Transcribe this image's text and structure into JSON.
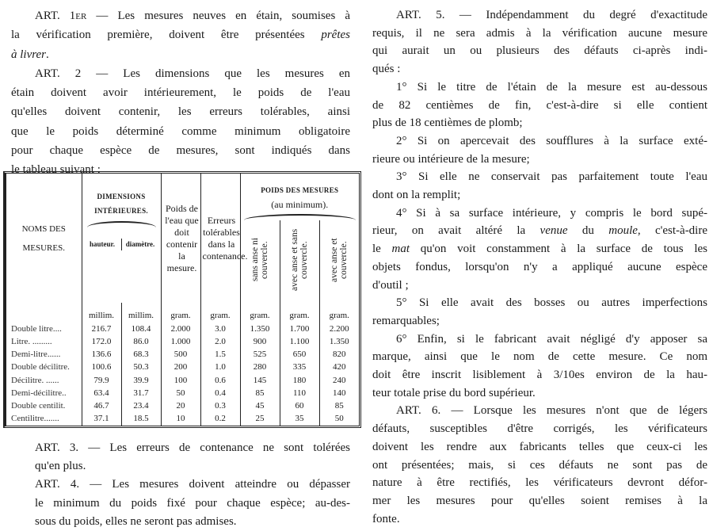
{
  "left_top": [
    {
      "lines": [
        "*ART. 1er* — Les mesures neuves en étain, soumises à",
        "la vérification première, doivent être présentées _prêtes_",
        "_à livrer_."
      ],
      "indent_first": true
    },
    {
      "lines": [
        "*ART. 2* — Les dimensions que les mesures en",
        "étain doivent avoir intérieurement, le poids de l'eau",
        "qu'elles doivent contenir, les erreurs tolérables, ainsi",
        "que le poids déterminé comme minimum obligatoire",
        "pour chaque espèce de mesures, sont indiqués dans",
        "le tableau suivant :"
      ],
      "indent_first": true
    }
  ],
  "left_bottom": [
    {
      "lines": [
        "*ART. 3.* — Les erreurs de contenance ne sont tolérées",
        "qu'en plus."
      ],
      "indent_first": false
    },
    {
      "lines": [
        "*ART. 4.* — Les mesures doivent atteindre ou dépasser",
        "le minimum du poids fixé pour chaque espèce; au-des-",
        "sous du poids, elles ne seront pas admises."
      ],
      "indent_first": false
    }
  ],
  "right": [
    {
      "lines": [
        "*ART. 5.* — Indépendamment du degré d'exactitude",
        "requis, il ne sera admis à la vérification aucune mesure",
        "qui aurait un ou plusieurs des défauts ci-après indi-",
        "qués :"
      ],
      "indent_first": true
    },
    {
      "lines": [
        "1° Si le titre de l'étain de la mesure est au-dessous",
        "de 82 centièmes de fin, c'est-à-dire si elle contient",
        "plus de 18 centièmes de plomb;"
      ],
      "indent_first": true
    },
    {
      "lines": [
        "2° Si on apercevait des soufflures à la surface exté-",
        "rieure ou intérieure de la mesure;"
      ],
      "indent_first": true
    },
    {
      "lines": [
        "3° Si elle ne conservait pas parfaitement toute l'eau",
        "dont on la remplit;"
      ],
      "indent_first": true
    },
    {
      "lines": [
        "4° Si à sa surface intérieure, y compris le bord supé-",
        "rieur, on avait altéré la _venue_ du _moule_, c'est-à-dire",
        "le _mat_ qu'on voit constamment à la surface de tous les",
        "objets fondus, lorsqu'on n'y a appliqué aucune espèce",
        "d'outil ;"
      ],
      "indent_first": true
    },
    {
      "lines": [
        "5° Si elle avait des bosses ou autres imperfections",
        "remarquables;"
      ],
      "indent_first": true
    },
    {
      "lines": [
        "6° Enfin, si le fabricant avait négligé d'y apposer sa",
        "marque, ainsi que le nom de cette mesure. Ce nom",
        "doit être inscrit lisiblement à 3/10es environ de la hau-",
        "teur totale prise du bord supérieur."
      ],
      "indent_first": true
    },
    {
      "lines": [
        "*ART. 6.* — Lorsque les mesures n'ont que de légers",
        "défauts, susceptibles d'être corrigés, les vérificateurs",
        "doivent les rendre aux fabricants telles que ceux-ci les",
        "ont présentées; mais, si ces défauts ne sont pas de",
        "nature à être rectifiés, les vérificateurs devront défor-",
        "mer les mesures pour qu'elles soient remises à la",
        "fonte."
      ],
      "indent_first": true
    }
  ],
  "table": {
    "headers": {
      "names": "NOMS DES MESURES.",
      "dimensions": "DIMENSIONS INTÉRIEURES.",
      "hauteur": "hauteur.",
      "diametre": "diamètre.",
      "poids_eau": "Poids de l'eau que doit contenir la mesure.",
      "erreurs": "Erreurs tolérables dans la contenance.",
      "poids_mesures": "POIDS DES MESURES",
      "au_minimum": "(au minimum).",
      "sans_anse": "sans anse ni couvercle.",
      "avec_anse_sans": "avec anse et sans couvercle.",
      "avec_anse_et": "avec anse et couvercle."
    },
    "units": [
      "millim.",
      "millim.",
      "gram.",
      "gram.",
      "gram.",
      "gram.",
      "gram."
    ],
    "rows": [
      [
        "Double litre....",
        "216.7",
        "108.4",
        "2.000",
        "3.0",
        "1.350",
        "1.700",
        "2.200"
      ],
      [
        "Litre. .........",
        "172.0",
        "86.0",
        "1.000",
        "2.0",
        "900",
        "1.100",
        "1.350"
      ],
      [
        "Demi-litre......",
        "136.6",
        "68.3",
        "500",
        "1.5",
        "525",
        "650",
        "820"
      ],
      [
        "Double décilitre.",
        "100.6",
        "50.3",
        "200",
        "1.0",
        "280",
        "335",
        "420"
      ],
      [
        "Décilitre. ......",
        "79.9",
        "39.9",
        "100",
        "0.6",
        "145",
        "180",
        "240"
      ],
      [
        "Demi-décilitre..",
        "63.4",
        "31.7",
        "50",
        "0.4",
        "85",
        "110",
        "140"
      ],
      [
        "Double centilit.",
        "46.7",
        "23.4",
        "20",
        "0.3",
        "45",
        "60",
        "85"
      ],
      [
        "Centilitre.......",
        "37.1",
        "18.5",
        "10",
        "0.2",
        "25",
        "35",
        "50"
      ]
    ]
  }
}
